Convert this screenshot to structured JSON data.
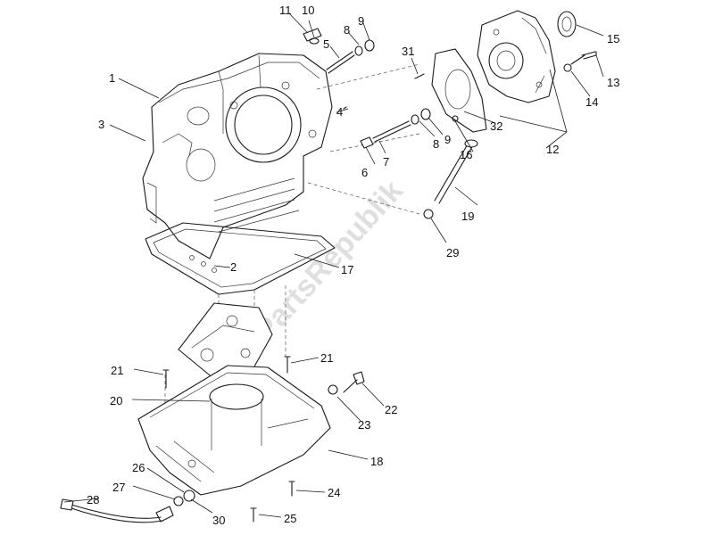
{
  "watermark": "PartsRepublik",
  "callouts": [
    "1",
    "2",
    "3",
    "4",
    "5",
    "6",
    "7",
    "8",
    "8",
    "9",
    "9",
    "10",
    "11",
    "12",
    "13",
    "14",
    "15",
    "16",
    "17",
    "18",
    "19",
    "20",
    "21",
    "21",
    "22",
    "23",
    "24",
    "25",
    "26",
    "27",
    "28",
    "29",
    "30",
    "31",
    "32"
  ]
}
